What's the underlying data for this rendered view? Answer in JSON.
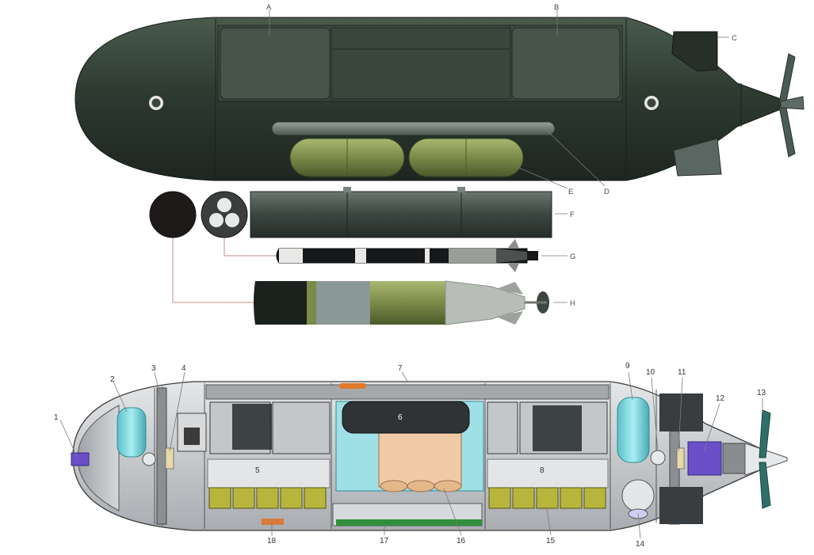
{
  "top_view": {
    "label_a": "A",
    "label_b": "B",
    "label_c": "C",
    "label_d": "D",
    "label_e": "E",
    "label_f": "F",
    "label_g": "G",
    "label_h": "H"
  },
  "cutaway": {
    "label_1": "1",
    "label_2": "2",
    "label_3": "3",
    "label_4": "4",
    "label_5": "5",
    "label_6": "6",
    "label_7": "7",
    "label_8": "8",
    "label_9": "9",
    "label_10": "10",
    "label_11": "11",
    "label_12": "12",
    "label_13": "13",
    "label_14": "14",
    "label_15": "15",
    "label_16": "16",
    "label_17": "17",
    "label_18": "18"
  },
  "colors": {
    "hull_dark": "#2c3a30",
    "tank_olive": "#8a9a55",
    "torpedo_green": "#8fa85a",
    "interior_grey": "#c9cdd1",
    "battery_olive": "#b8b53c",
    "tank_cyan": "#7fd3dc",
    "motor_purple": "#6a4fc9",
    "lock_out_cyan": "#9fe0e6",
    "deck_green": "#2f8f3a",
    "prop_teal": "#2f6f68"
  }
}
